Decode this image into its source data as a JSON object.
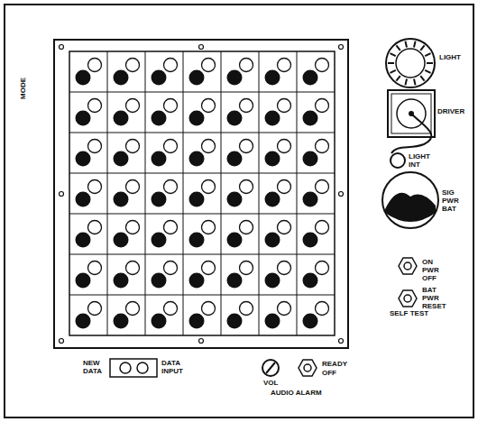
{
  "diagram": {
    "labels": [
      "MODE",
      "LIGHT",
      "DRIVER",
      "LIGHT INT",
      "SIG PWR BAT",
      "ON PWR OFF",
      "BAT PWR RESET",
      "SELF TEST",
      "NEW DATA",
      "DATA INPUT",
      "VOL",
      "READY",
      "OFF",
      "AUDIO ALARM"
    ]
  }
}
